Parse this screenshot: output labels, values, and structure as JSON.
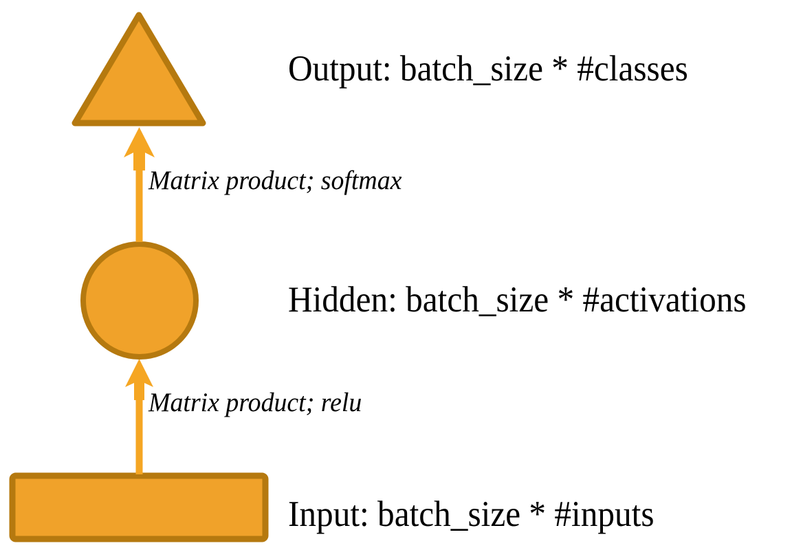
{
  "diagram": {
    "title": "Neural network layers data-shape diagram",
    "background_color": "#ffffff",
    "palette": {
      "shape_fill": "#F0A22A",
      "shape_stroke": "#B5790F",
      "arrow_color": "#F5A623",
      "text_color": "#000000"
    },
    "nodes": [
      {
        "id": "output",
        "shape": "triangle",
        "icon_name": "triangle-shape",
        "label": "Output: batch_size * #classes"
      },
      {
        "id": "hidden",
        "shape": "circle",
        "icon_name": "circle-shape",
        "label": "Hidden: batch_size * #activations"
      },
      {
        "id": "input",
        "shape": "rectangle",
        "icon_name": "rectangle-shape",
        "label": "Input: batch_size * #inputs"
      }
    ],
    "edges": [
      {
        "id": "hidden-to-output",
        "from": "hidden",
        "to": "output",
        "direction": "up",
        "label": "Matrix product; softmax"
      },
      {
        "id": "input-to-hidden",
        "from": "input",
        "to": "hidden",
        "direction": "up",
        "label": "Matrix product; relu"
      }
    ]
  }
}
